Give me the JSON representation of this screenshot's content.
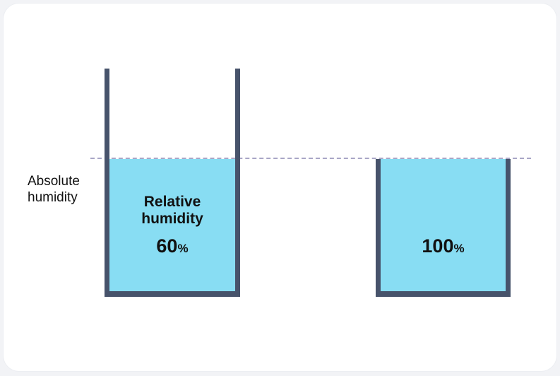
{
  "label_absolute_humidity": "Absolute humidity",
  "container_left": {
    "title_line1": "Relative",
    "title_line2": "humidity",
    "value": "60",
    "unit": "%",
    "fill_fraction": 0.6
  },
  "container_right": {
    "value": "100",
    "unit": "%",
    "fill_fraction": 1.0
  },
  "colors": {
    "wall": "#47536b",
    "water": "#88ddf3",
    "dash": "#a9a6c6"
  }
}
